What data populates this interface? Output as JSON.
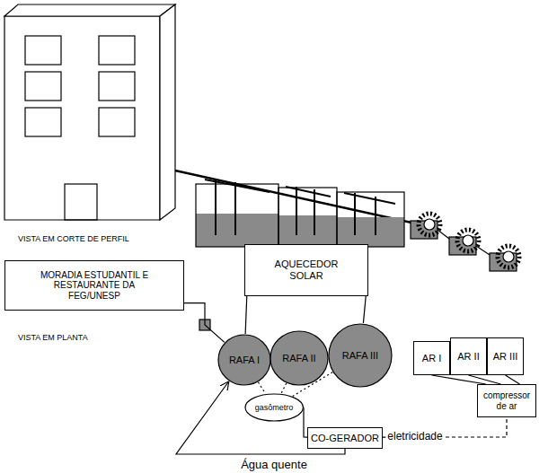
{
  "diagram": {
    "nodes": [
      {
        "text": [
          "MORADIA ESTUDANTIL E RESTAURANTE DA FEG/UNESP"
        ]
      },
      {
        "text": [
          "AQUECEDOR SOLAR"
        ]
      },
      {
        "text": [
          "RAFA I"
        ]
      },
      {
        "text": [
          "RAFA II"
        ]
      },
      {
        "text": [
          "RAFA III"
        ]
      },
      {
        "text": [
          "AR I"
        ]
      },
      {
        "text": [
          "AR II"
        ]
      },
      {
        "text": [
          "AR III"
        ]
      },
      {
        "text": [
          "compressor de ar"
        ]
      },
      {
        "text": [
          "gasômetro"
        ]
      },
      {
        "text": [
          "CO-GERADOR"
        ]
      }
    ],
    "edges": [
      {
        "from": 0,
        "to": 2,
        "arrow": "none"
      },
      {
        "from": 1,
        "to": 2,
        "arrow": "none"
      },
      {
        "from": 1,
        "to": 4,
        "arrow": "none"
      },
      {
        "from": 2,
        "to": 9,
        "arrow": "none"
      },
      {
        "from": 3,
        "to": 9,
        "arrow": "none"
      },
      {
        "from": 4,
        "to": 9,
        "arrow": "none"
      },
      {
        "from": 9,
        "to": 10,
        "arrow": "none"
      },
      {
        "from": 10,
        "to": 8,
        "label": "eletricidade",
        "arrow": "none"
      },
      {
        "from": 8,
        "to": 5,
        "arrow": "none"
      },
      {
        "from": 8,
        "to": 6,
        "arrow": "none"
      },
      {
        "from": 8,
        "to": 7,
        "arrow": "none"
      },
      {
        "from": 10,
        "to": 2,
        "label": "Água quente",
        "arrow": "to"
      }
    ],
    "labels": [
      "VISTA EM CORTE DE PERFIL",
      "VISTA EM PLANTA"
    ]
  }
}
